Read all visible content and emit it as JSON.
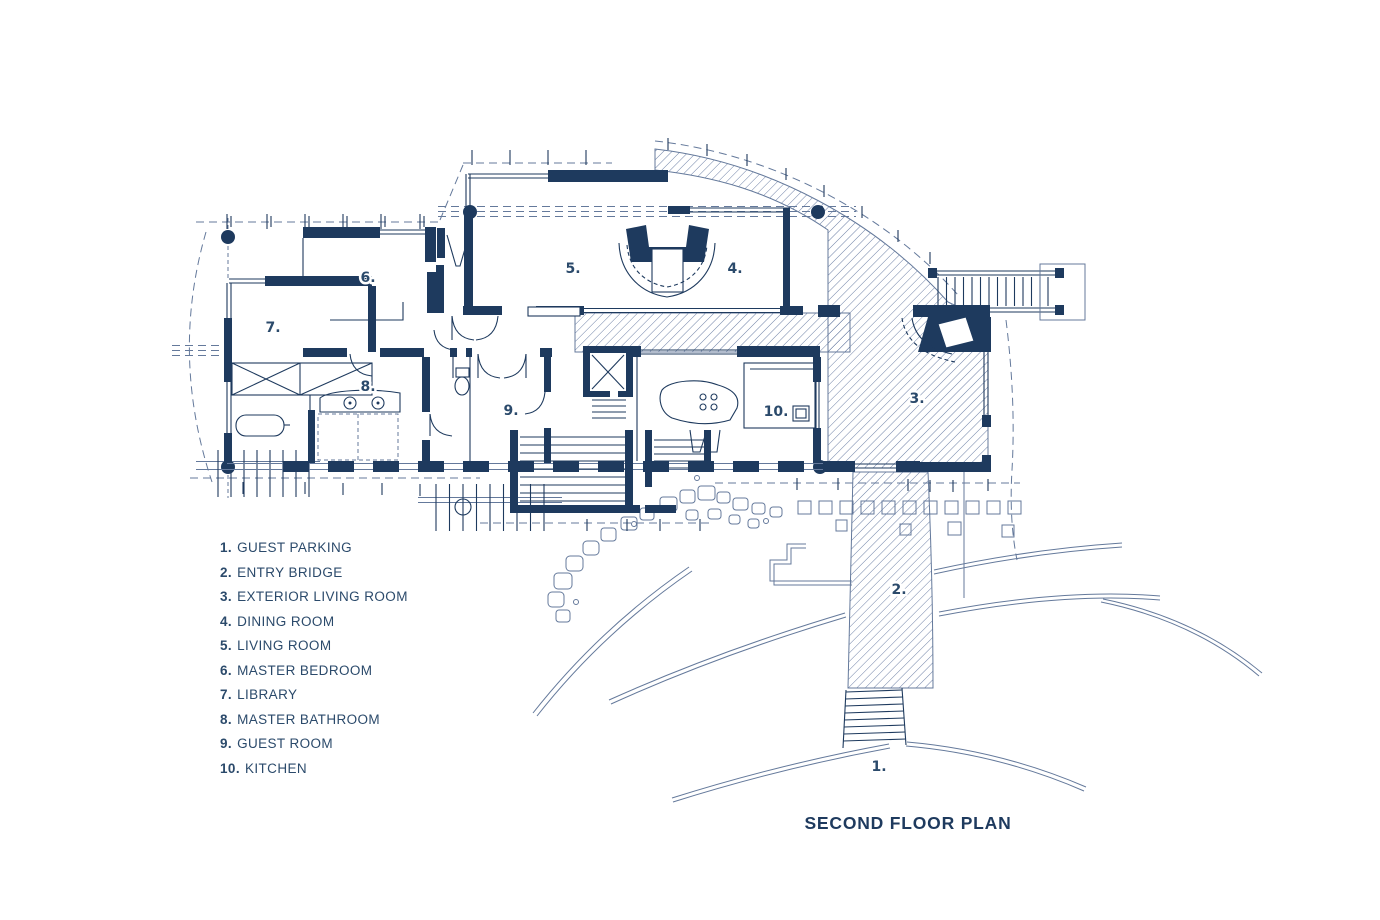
{
  "title": "SECOND FLOOR PLAN",
  "legend": {
    "items": [
      {
        "num": "1.",
        "name": "GUEST PARKING"
      },
      {
        "num": "2.",
        "name": "ENTRY BRIDGE"
      },
      {
        "num": "3.",
        "name": "EXTERIOR LIVING ROOM"
      },
      {
        "num": "4.",
        "name": "DINING ROOM"
      },
      {
        "num": "5.",
        "name": "LIVING ROOM"
      },
      {
        "num": "6.",
        "name": "MASTER BEDROOM"
      },
      {
        "num": "7.",
        "name": "LIBRARY"
      },
      {
        "num": "8.",
        "name": "MASTER BATHROOM"
      },
      {
        "num": "9.",
        "name": "GUEST ROOM"
      },
      {
        "num": "10.",
        "name": "KITCHEN"
      }
    ]
  },
  "plan": {
    "labels": [
      {
        "room": "guest-parking",
        "text": "1."
      },
      {
        "room": "entry-bridge",
        "text": "2."
      },
      {
        "room": "exterior-living-room",
        "text": "3."
      },
      {
        "room": "dining-room",
        "text": "4."
      },
      {
        "room": "living-room",
        "text": "5."
      },
      {
        "room": "master-bedroom",
        "text": "6."
      },
      {
        "room": "library",
        "text": "7."
      },
      {
        "room": "master-bathroom",
        "text": "8."
      },
      {
        "room": "guest-room",
        "text": "9."
      },
      {
        "room": "kitchen",
        "text": "10."
      }
    ]
  },
  "colors": {
    "ink": "#1e3a5e",
    "text": "#2b4a6b",
    "hatch": "#5d739c"
  }
}
